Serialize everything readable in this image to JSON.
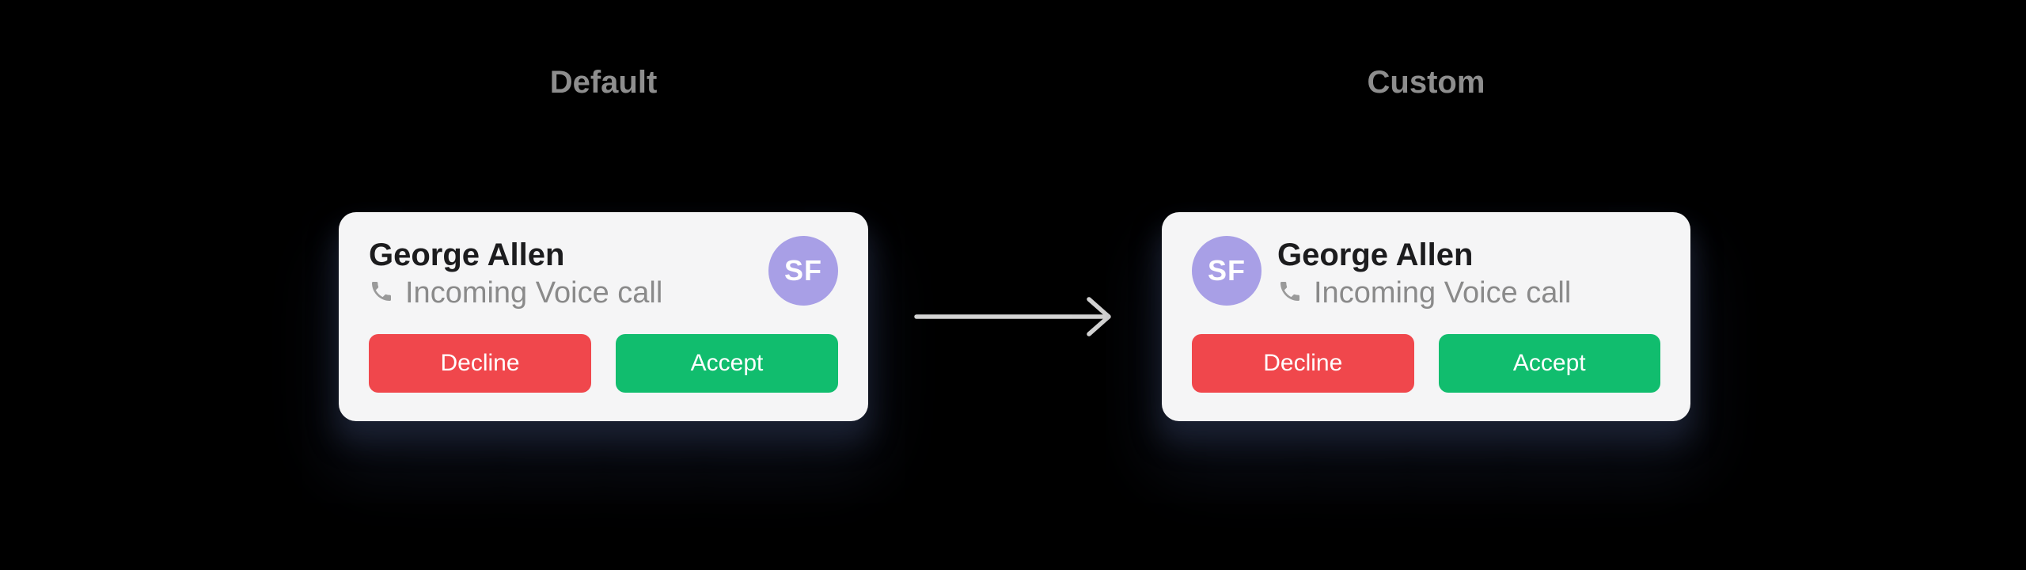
{
  "panels": [
    {
      "label": "Default",
      "avatar_position": "right",
      "name": "George Allen",
      "subtitle": "Incoming Voice call",
      "avatar_initials": "SF",
      "buttons": {
        "decline": "Decline",
        "accept": "Accept"
      }
    },
    {
      "label": "Custom",
      "avatar_position": "left",
      "name": "George Allen",
      "subtitle": "Incoming Voice call",
      "avatar_initials": "SF",
      "buttons": {
        "decline": "Decline",
        "accept": "Accept"
      }
    }
  ],
  "icons": {
    "subtitle_icon": "phone-icon",
    "connector_icon": "arrow-right-icon"
  },
  "colors": {
    "background": "#000000",
    "card_bg": "#f5f5f6",
    "name_text": "#1c1c1e",
    "subtitle_text": "#8a8a8a",
    "label_text": "#8e8e8e",
    "avatar_bg": "#a89fe6",
    "avatar_text": "#ffffff",
    "decline_bg": "#f0474c",
    "accept_bg": "#11bd6e",
    "button_text": "#ffffff",
    "arrow": "#d4d4d4",
    "phone_icon": "#9a9a9a"
  }
}
